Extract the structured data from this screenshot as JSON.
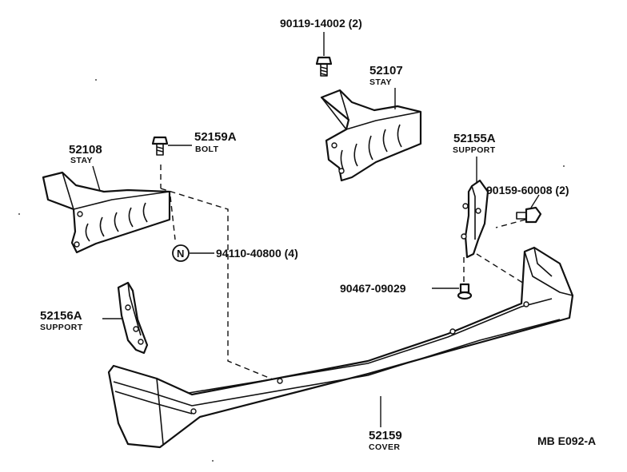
{
  "parts": {
    "bolt_90119": {
      "number": "90119-14002 (2)"
    },
    "stay_52107": {
      "number": "52107",
      "name": "STAY"
    },
    "stay_52108": {
      "number": "52108",
      "name": "STAY"
    },
    "bolt_52159a": {
      "number": "52159A",
      "name": "BOLT"
    },
    "support_52155a": {
      "number": "52155A",
      "name": "SUPPORT"
    },
    "bolt_90159": {
      "number": "90159-60008 (2)"
    },
    "nut_94110": {
      "number": "94110-40800 (4)",
      "marker": "N"
    },
    "clip_90467": {
      "number": "90467-09029"
    },
    "support_52156a": {
      "number": "52156A",
      "name": "SUPPORT"
    },
    "cover_52159": {
      "number": "52159",
      "name": "COVER"
    }
  },
  "figure_code": "MB E092-A"
}
